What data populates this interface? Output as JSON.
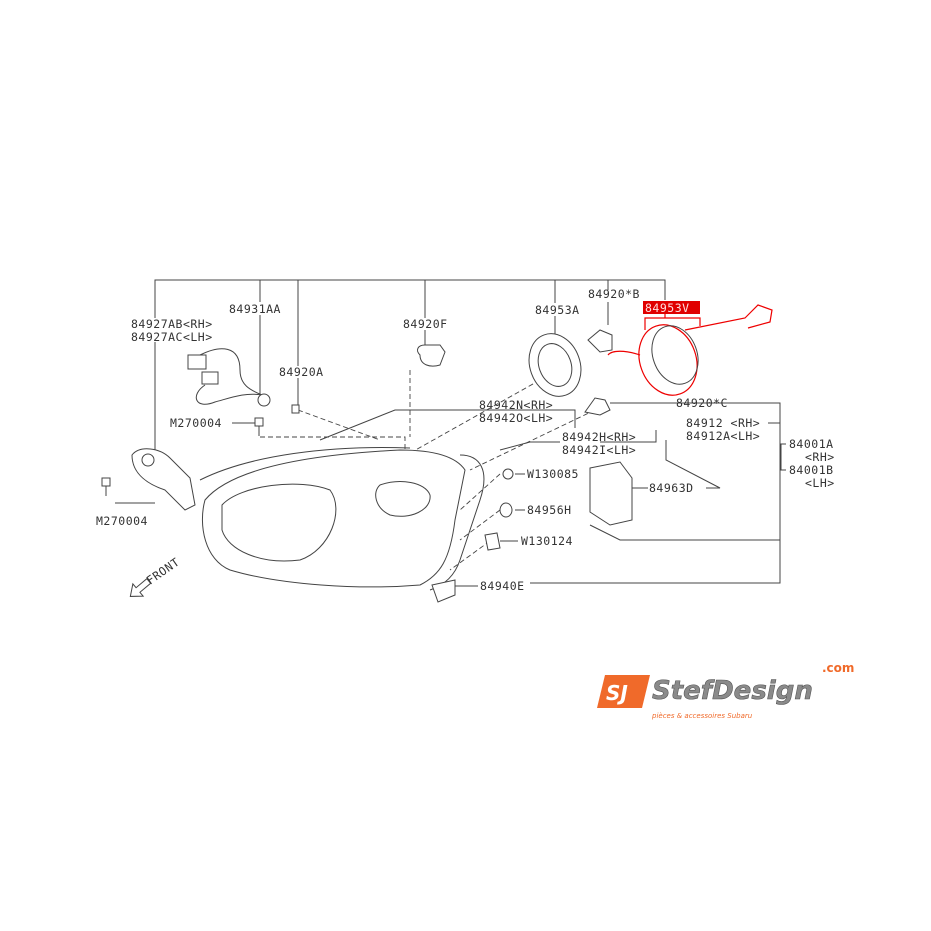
{
  "diagram": {
    "labels": {
      "harness_rh": "84927AB<RH>",
      "harness_lh": "84927AC<LH>",
      "socket": "84931AA",
      "bulb_f": "84920F",
      "bulb_a": "84920A",
      "bolt_upper": "M270004",
      "bolt_lower": "M270004",
      "cover": "84953A",
      "bulb_b": "84920*B",
      "highlighted_part": "84953V",
      "bulb_c": "84920*C",
      "lens_n_rh": "84942N<RH>",
      "lens_o_lh": "84942O<LH>",
      "housing_rh": "84912 <RH>",
      "housing_lh": "84912A<LH>",
      "lens_h_rh": "84942H<RH>",
      "lens_i_lh": "84942I<LH>",
      "assy_a": "84001A",
      "assy_a_side": "<RH>",
      "assy_b": "84001B",
      "assy_b_side": "<LH>",
      "washer_1": "W130085",
      "bracket": "84963D",
      "grommet": "84956H",
      "washer_2": "W130124",
      "bracket_e": "84940E",
      "front": "FRONT"
    },
    "highlight_color": "#e00000"
  },
  "logo": {
    "mark": "SJ",
    "brand": "StefDesign",
    "tld": ".com",
    "tagline": "pièces & accessoires Subaru",
    "brand_color": "#f06a2a"
  }
}
